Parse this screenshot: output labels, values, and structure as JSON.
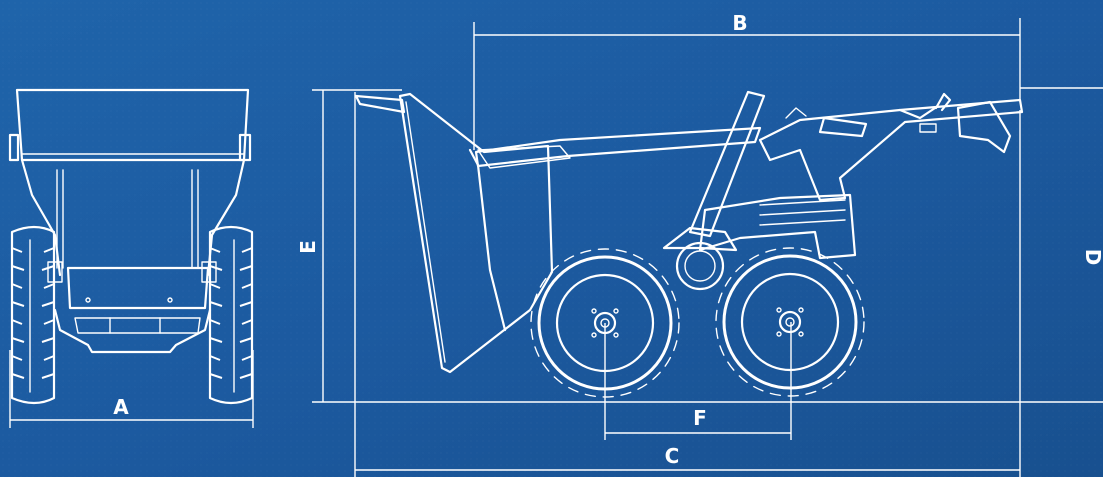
{
  "colors": {
    "background_top": "#1e63a8",
    "background_bottom": "#1a5190",
    "line": "#ffffff"
  },
  "dimensions": {
    "a": "A",
    "b": "B",
    "c": "C",
    "d": "D",
    "e": "E",
    "f": "F"
  }
}
